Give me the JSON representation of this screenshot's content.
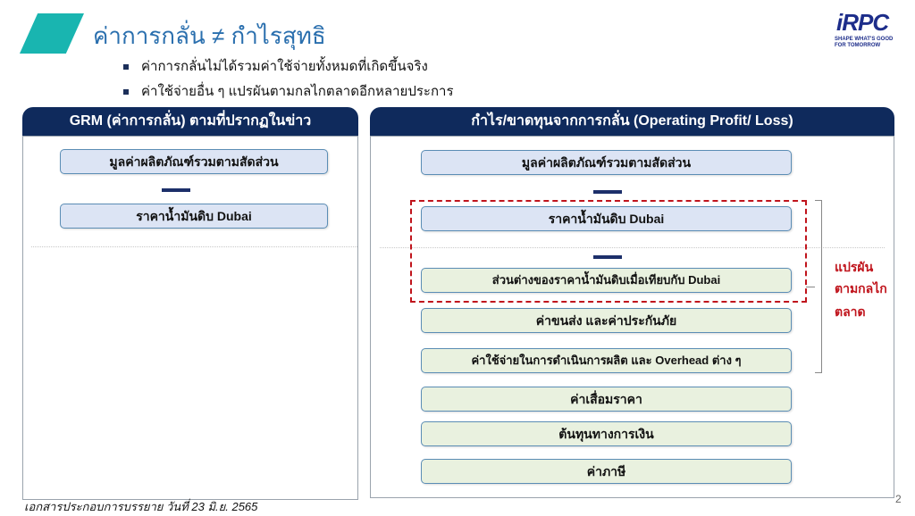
{
  "title": "ค่าการกลั่น ≠ กำไรสุทธิ",
  "bullets": [
    "ค่าการกลั่นไม่ได้รวมค่าใช้จ่ายทั้งหมดที่เกิดขึ้นจริง",
    "ค่าใช้จ่ายอื่น ๆ แปรผันตามกลไกตลาดอีกหลายประการ"
  ],
  "logo": {
    "word": "iRPC",
    "tagline1": "SHAPE WHAT'S GOOD",
    "tagline2": "FOR TOMORROW"
  },
  "left_panel": {
    "header": "GRM (ค่าการกลั่น) ตามที่ปรากฏในข่าว",
    "boxes": [
      "มูลค่าผลิตภัณฑ์รวมตามสัดส่วน",
      "ราคาน้ำมันดิบ  Dubai"
    ]
  },
  "right_panel": {
    "header": "กำไร/ขาดทุนจากการกลั่น (Operating Profit/ Loss)",
    "boxes": [
      "มูลค่าผลิตภัณฑ์รวมตามสัดส่วน",
      "ราคาน้ำมันดิบ Dubai",
      "ส่วนต่างของราคาน้ำมันดิบเมื่อเทียบกับ Dubai",
      "ค่าขนส่ง และค่าประกันภัย",
      "ค่าใช้จ่ายในการดำเนินการผลิต และ Overhead ต่าง ๆ",
      "ค่าเสื่อมราคา",
      "ต้นทุนทางการเงิน",
      "ค่าภาษี"
    ],
    "annotation": [
      "แปรผัน",
      "ตามกลไก",
      "ตลาด"
    ]
  },
  "footer": "เอกสารประกอบการบรรยาย วันที่ 23 มิ.ย. 2565",
  "page_number": "2"
}
